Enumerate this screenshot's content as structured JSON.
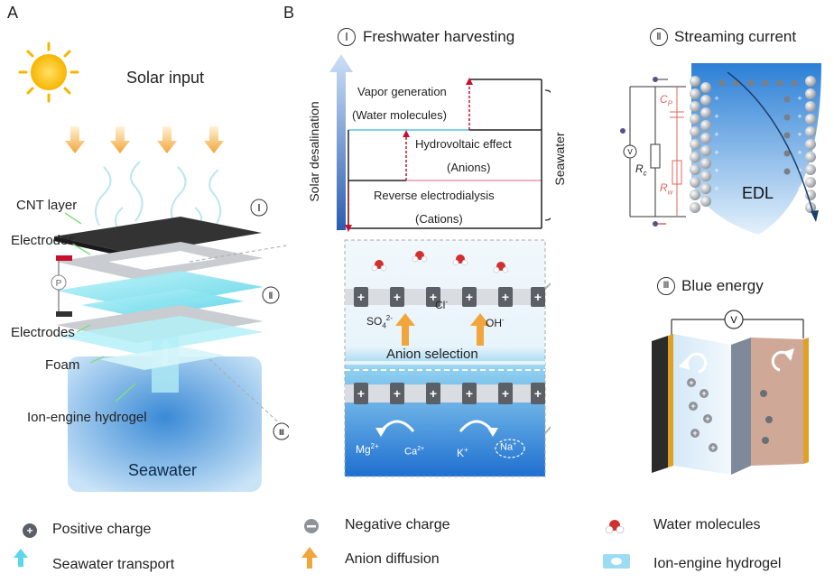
{
  "panel_labels": {
    "a": "A",
    "b": "B"
  },
  "roman": {
    "i": "Ⅰ",
    "ii": "Ⅱ",
    "iii": "Ⅲ"
  },
  "panel_a": {
    "solar_input": "Solar input",
    "cnt_layer": "CNT layer",
    "electrodes_top": "Electrodes",
    "electrodes_bottom": "Electrodes",
    "foam": "Foam",
    "hydrogel": "Ion-engine hydrogel",
    "seawater": "Seawater",
    "p_symbol": "P"
  },
  "panel_b": {
    "title": "Freshwater harvesting",
    "y_axis": "Solar desalination",
    "seawater_side": "Seawater",
    "tier1_line1": "Vapor generation",
    "tier1_line2": "(Water molecules)",
    "tier2_line1": "Hydrovoltaic effect",
    "tier2_line2": "(Anions)",
    "tier3_line1": "Reverse electrodialysis",
    "tier3_line2": "(Cations)",
    "cl": "Cl",
    "cl_sup": "-",
    "so4": "SO",
    "so4_sub": "4",
    "so4_sup": "2-",
    "oh": "OH",
    "oh_sup": "-",
    "anion_selection": "Anion selection",
    "mg": "Mg",
    "mg_sup": "2+",
    "ca": "Ca",
    "ca_sup": "2+",
    "k": "K",
    "k_sup": "+",
    "na": "Na",
    "na_sup": "+"
  },
  "panel_ii": {
    "title": "Streaming current",
    "cp": "C",
    "cp_sub": "P",
    "rc": "R",
    "rc_sub": "c",
    "rw": "R",
    "rw_sub": "w",
    "v": "V",
    "edl": "EDL"
  },
  "panel_iii": {
    "title": "Blue energy",
    "v": "V"
  },
  "legend": {
    "positive": "Positive charge",
    "negative": "Negative charge",
    "water": "Water molecules",
    "seawater_transport": "Seawater transport",
    "anion_diffusion": "Anion diffusion",
    "hydrogel": "Ion-engine hydrogel"
  },
  "colors": {
    "sun": "#f7b500",
    "arrow_orange": "#f2a53a",
    "cyan": "#7fe6f2",
    "seawater_blue": "#3a8ad6",
    "red_dashed": "#c8102e",
    "circuit_red": "#e0675f"
  }
}
